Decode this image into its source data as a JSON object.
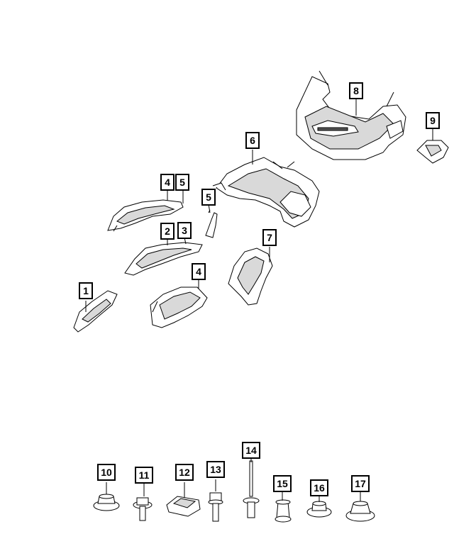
{
  "callouts": [
    {
      "id": "c1",
      "label": "1"
    },
    {
      "id": "c2",
      "label": "2"
    },
    {
      "id": "c3",
      "label": "3"
    },
    {
      "id": "c4a",
      "label": "4"
    },
    {
      "id": "c4b",
      "label": "4"
    },
    {
      "id": "c5a",
      "label": "5"
    },
    {
      "id": "c5b",
      "label": "5"
    },
    {
      "id": "c6",
      "label": "6"
    },
    {
      "id": "c7",
      "label": "7"
    },
    {
      "id": "c8",
      "label": "8"
    },
    {
      "id": "c9",
      "label": "9"
    },
    {
      "id": "c10",
      "label": "10"
    },
    {
      "id": "c11",
      "label": "11"
    },
    {
      "id": "c12",
      "label": "12"
    },
    {
      "id": "c13",
      "label": "13"
    },
    {
      "id": "c14",
      "label": "14"
    },
    {
      "id": "c15",
      "label": "15"
    },
    {
      "id": "c16",
      "label": "16"
    },
    {
      "id": "c17",
      "label": "17"
    }
  ]
}
